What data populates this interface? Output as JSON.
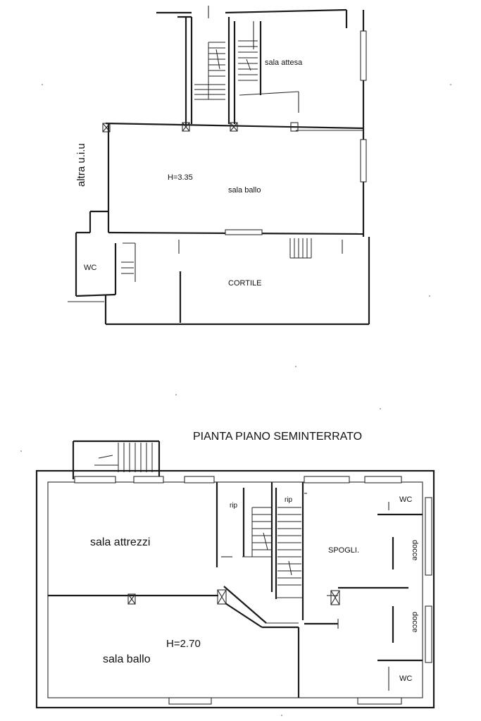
{
  "upper_plan": {
    "side_label": "altra u.i.u",
    "rooms": {
      "waiting": "sala attesa",
      "dance": "sala ballo",
      "courtyard": "CORTILE",
      "wc": "WC"
    },
    "height": "H=3.35"
  },
  "lower_plan": {
    "title": "PIANTA PIANO SEMINTERRATO",
    "rooms": {
      "equipment": "sala attrezzi",
      "dance": "sala ballo",
      "storage_1": "rip",
      "storage_2": "rip",
      "changing": "SPOGLI.",
      "shower_1": "docce",
      "shower_2": "docce",
      "wc_1": "WC",
      "wc_2": "WC"
    },
    "height": "H=2.70"
  }
}
